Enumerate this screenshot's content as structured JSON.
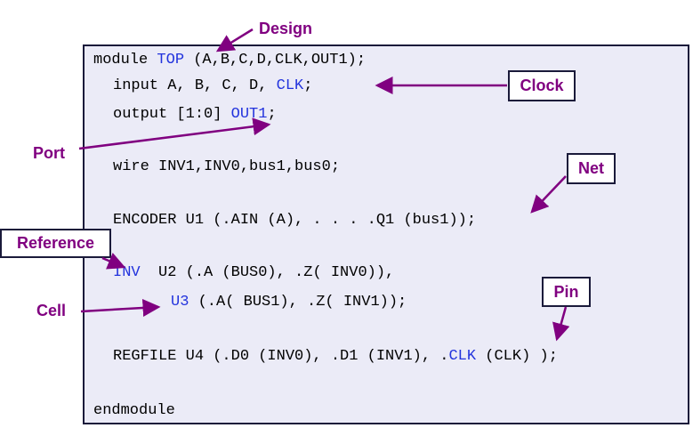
{
  "code": {
    "line1": {
      "a": "module ",
      "b": "TOP",
      "c": " (A,B,C,D,CLK,OUT1);"
    },
    "line2": {
      "a": "input A, B, C, D, ",
      "b": "CLK",
      "c": ";"
    },
    "line3": {
      "a": "output [1:0] ",
      "b": "OUT1",
      "c": ";"
    },
    "line4": "wire INV1,INV0,bus1,bus0;",
    "line5": "ENCODER U1 (.AIN (A), . . . .Q1 (bus1));",
    "line6": {
      "b": "INV",
      "c": "  U2 (.A (BUS0), .Z( INV0)),"
    },
    "line7": {
      "b": "U3",
      "c": " (.A( BUS1), .Z( INV1));"
    },
    "line8": {
      "a": "REGFILE U4 (.D0 (INV0), .D1 (INV1), .",
      "b": "CLK",
      "c": " (CLK) );"
    },
    "line9": "endmodule"
  },
  "labels": {
    "design": "Design",
    "clock": "Clock",
    "port": "Port",
    "net": "Net",
    "reference": "Reference",
    "cell": "Cell",
    "pin": "Pin"
  },
  "colors": {
    "label": "#800080",
    "keyword": "#2233dd",
    "code_bg": "#ebebf7"
  }
}
